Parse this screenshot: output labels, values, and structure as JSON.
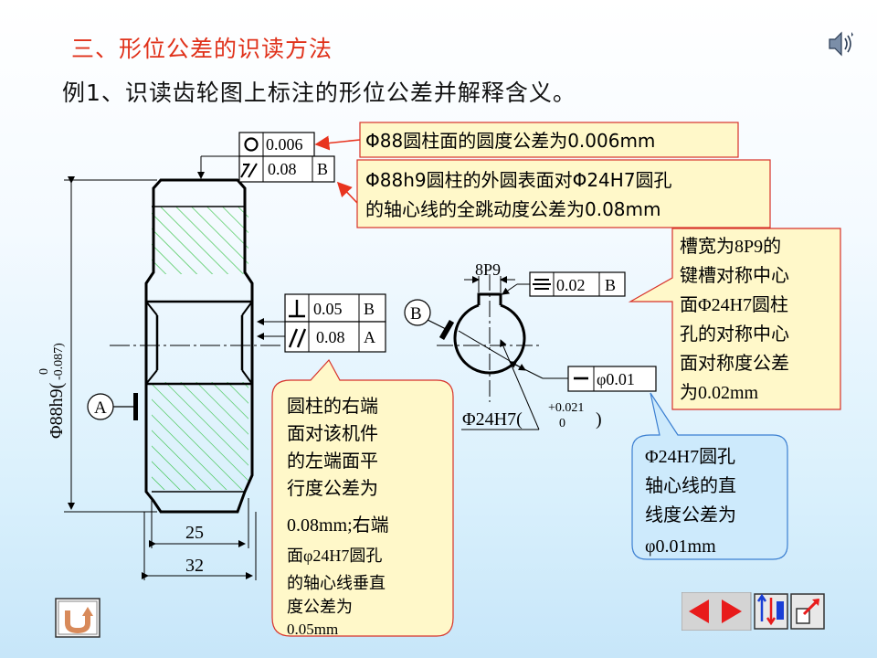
{
  "slide": {
    "title": "三、形位公差的识读方法",
    "subtitle": "例1、识读齿轮图上标注的形位公差并解释含义。"
  },
  "drawing": {
    "diameter_label": "Φ88h9(",
    "diameter_tol_upper": "0",
    "diameter_tol_lower": "-0.087)",
    "width_inner": "25",
    "width_outer": "32",
    "datum_a": "A",
    "datum_b": "B",
    "fcf_roundness_value": "0.006",
    "fcf_runout_value": "0.08",
    "fcf_runout_datum": "B",
    "fcf_perp_value": "0.05",
    "fcf_perp_datum": "B",
    "fcf_par_value": "0.08",
    "fcf_par_datum": "A",
    "key_width_label": "8P9",
    "fcf_sym_value": "0.02",
    "fcf_sym_datum": "B",
    "fcf_straight_value": "φ0.01",
    "hole_label": "Φ24H7(",
    "hole_tol_upper": "+0.021",
    "hole_tol_lower": "0",
    "hole_close": ")"
  },
  "callouts": {
    "roundness": "Φ88圆柱面的圆度公差为0.006mm",
    "runout": [
      "Φ88h9圆柱的外圆表面对Φ24H7圆孔",
      "的轴心线的全跳动度公差为0.08mm"
    ],
    "symmetry": [
      "槽宽为8P9的",
      "键槽对称中心",
      "面Φ24H7圆柱",
      "孔的对称中心",
      "面对称度公差",
      "为0.02mm"
    ],
    "parallel": [
      "圆柱的右端",
      "面对该机件",
      "的左端面平",
      "行度公差为",
      "0.08mm;右端",
      "面φ24H7圆孔",
      "的轴心线垂直",
      "度公差为",
      "0.05mm"
    ],
    "straightness": [
      "Φ24H7圆孔",
      "轴心线的直",
      "线度公差为",
      "φ0.01mm"
    ]
  },
  "colors": {
    "title": "#e0321b",
    "hatch": "#2dbf3c",
    "leader": "#e8341f",
    "callout_fill": "#fff8c9",
    "callout_border": "#d7322a",
    "straight_fill": "#cdeafc",
    "straight_border": "#3b7fd1"
  },
  "icons": [
    "sound-icon",
    "return-icon",
    "prev-icon",
    "next-icon",
    "menu-icon",
    "exit-icon"
  ]
}
